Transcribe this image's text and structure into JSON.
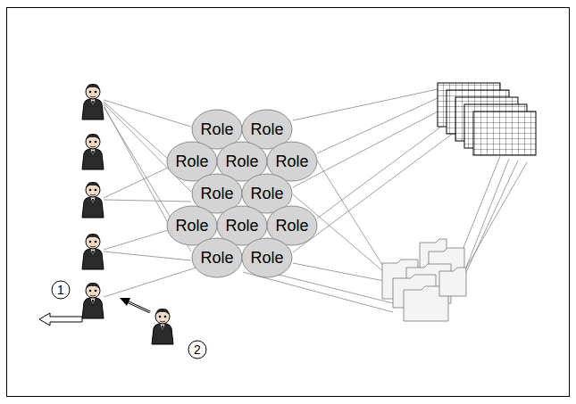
{
  "diagram": {
    "nodes": [
      {
        "text": [
          "Role"
        ]
      },
      {
        "text": [
          "Role"
        ]
      },
      {
        "text": [
          "Role"
        ]
      },
      {
        "text": [
          "Role"
        ]
      },
      {
        "text": [
          "Role"
        ]
      },
      {
        "text": [
          "Role"
        ]
      },
      {
        "text": [
          "Role"
        ]
      },
      {
        "text": [
          "Role"
        ]
      },
      {
        "text": [
          "Role"
        ]
      },
      {
        "text": [
          "Role"
        ]
      },
      {
        "text": [
          "Role"
        ]
      },
      {
        "text": [
          "Role"
        ]
      }
    ],
    "labels": [
      "1",
      "2"
    ]
  }
}
